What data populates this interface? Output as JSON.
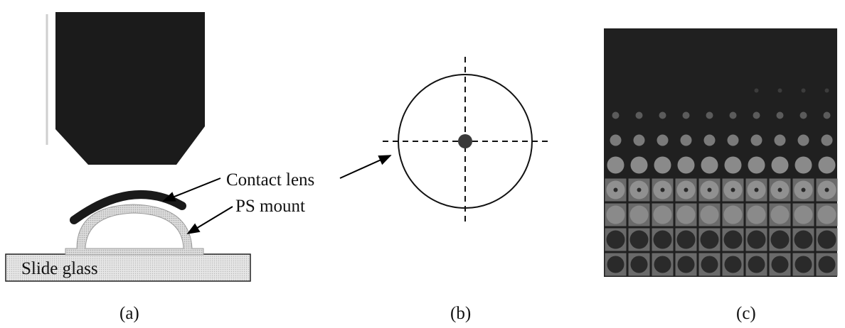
{
  "panels": {
    "a": {
      "caption": "(a)",
      "labels": {
        "contact_lens": "Contact lens",
        "ps_mount": "PS mount",
        "slide_glass": "Slide glass"
      }
    },
    "b": {
      "caption": "(b)"
    },
    "c": {
      "caption": "(c)"
    }
  },
  "colors": {
    "objective": "#1b1b1b",
    "lens": "#1a1a1a",
    "mount_fill": "#d6d6d6",
    "glass_fill": "#e9e9e9",
    "grid_bg": "#202020"
  }
}
